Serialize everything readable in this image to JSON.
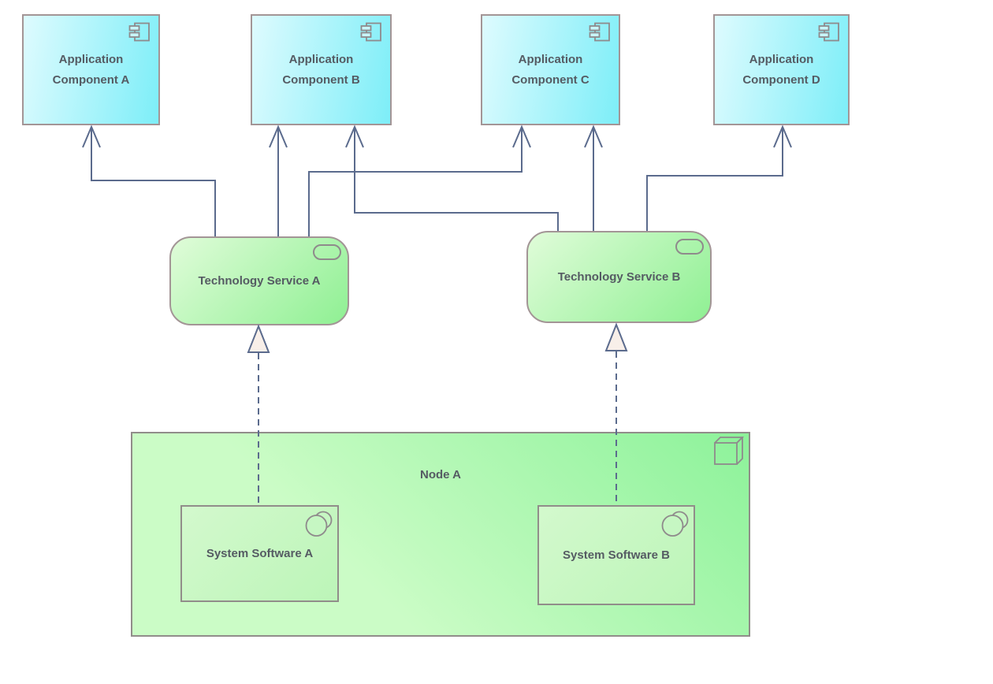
{
  "diagram_type": "ArchiMate technology layer view",
  "application_components": [
    {
      "label": "Application Component A"
    },
    {
      "label": "Application Component B"
    },
    {
      "label": "Application Component C"
    },
    {
      "label": "Application Component D"
    }
  ],
  "technology_services": [
    {
      "label": "Technology Service A"
    },
    {
      "label": "Technology Service B"
    }
  ],
  "node": {
    "label": "Node A"
  },
  "system_software": [
    {
      "label": "System Software A"
    },
    {
      "label": "System Software B"
    }
  ],
  "connectors": [
    {
      "type": "serving",
      "from": "Technology Service A",
      "to": "Application Component A",
      "style": "solid-open-arrow"
    },
    {
      "type": "serving",
      "from": "Technology Service A",
      "to": "Application Component B",
      "style": "solid-open-arrow"
    },
    {
      "type": "serving",
      "from": "Technology Service A",
      "to": "Application Component C",
      "style": "solid-open-arrow"
    },
    {
      "type": "serving",
      "from": "Technology Service B",
      "to": "Application Component B",
      "style": "solid-open-arrow"
    },
    {
      "type": "serving",
      "from": "Technology Service B",
      "to": "Application Component C",
      "style": "solid-open-arrow"
    },
    {
      "type": "serving",
      "from": "Technology Service B",
      "to": "Application Component D",
      "style": "solid-open-arrow"
    },
    {
      "type": "realization",
      "from": "System Software A",
      "to": "Technology Service A",
      "style": "dashed-hollow-triangle"
    },
    {
      "type": "realization",
      "from": "System Software B",
      "to": "Technology Service B",
      "style": "dashed-hollow-triangle"
    }
  ],
  "icons": [
    "component-icon",
    "component-icon",
    "component-icon",
    "component-icon",
    "service-pill-icon",
    "service-pill-icon",
    "node-cube-icon",
    "system-software-circles-icon",
    "system-software-circles-icon"
  ],
  "colors": {
    "component_fill_start": "#defbfe",
    "component_fill_end": "#7deef8",
    "service_fill_start": "#e0fcd9",
    "service_fill_end": "#8ff093",
    "node_fill_start": "#8df29a",
    "node_fill_end": "#cbfcc6",
    "software_fill_start": "#d3f9cd",
    "software_fill_end": "#bcf5b8",
    "component_border": "#a39596",
    "green_border": "#918d8a",
    "connector": "#5b6b8d",
    "triangle_fill": "#f8efe9",
    "label_text": "#555b63",
    "canvas_background": "#ffffff",
    "icon_stroke": "#8f8a8c",
    "component_icon_fill": "#c8f6fa",
    "software_icon_fill": "#c6f7c3"
  }
}
